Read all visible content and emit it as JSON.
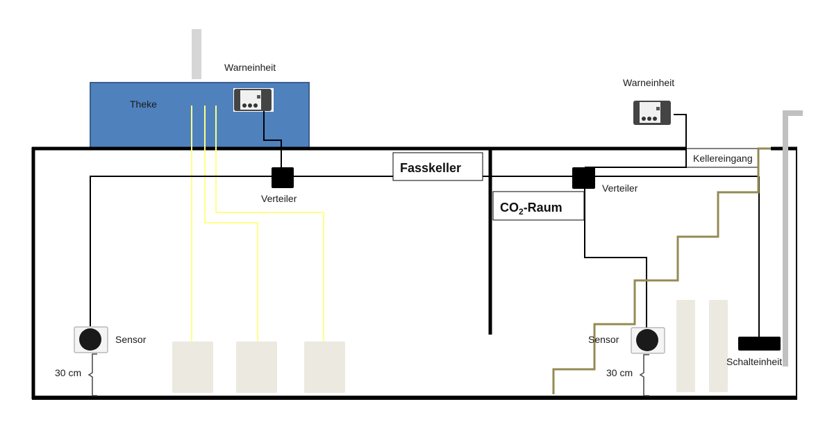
{
  "title": "CO2-Warnanlage Kellerplan",
  "colors": {
    "wall": "#000000",
    "counter": "#4f81bd",
    "counter_border": "#3a5f8f",
    "co2_line": "#ffff88",
    "stair": "#948a54",
    "pipe": "#c0c0c0",
    "keg": "#ece9e1"
  },
  "labels": {
    "theke": "Theke",
    "warneinheit_left": "Warneinheit",
    "warneinheit_right": "Warneinheit",
    "verteiler_left": "Verteiler",
    "verteiler_right": "Verteiler",
    "fasskeller": "Fasskeller",
    "co2_raum_prefix": "CO",
    "co2_raum_sub": "2",
    "co2_raum_suffix": "-Raum",
    "kellereingang": "Kellereingang",
    "sensor_left": "Sensor",
    "sensor_right": "Sensor",
    "distance_left": "30 cm",
    "distance_right": "30 cm",
    "schalteinheit": "Schalteinheit"
  }
}
